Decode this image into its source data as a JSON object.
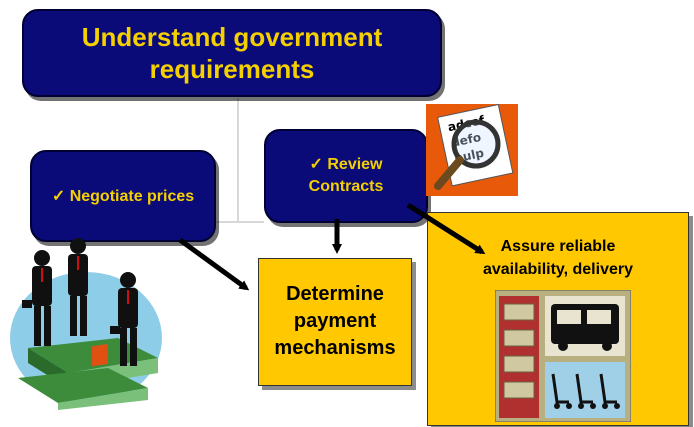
{
  "nodes": {
    "understand": "Understand government requirements",
    "negotiate": "Negotiate prices",
    "review_line1": "Review",
    "review_line2": "Contracts",
    "determine": "Determine payment mechanisms",
    "assure": "Assure reliable availability, delivery"
  },
  "check_mark": "✓",
  "icons": {
    "magnifier": "magnifying-glass-document-icon",
    "business": "businessmen-on-money-icon",
    "logistics": "truck-warehouse-icon"
  },
  "colors": {
    "navy": "#0a0a78",
    "title_text": "#f4d000",
    "yellow_box": "#ffc800",
    "arrow": "#000000"
  }
}
